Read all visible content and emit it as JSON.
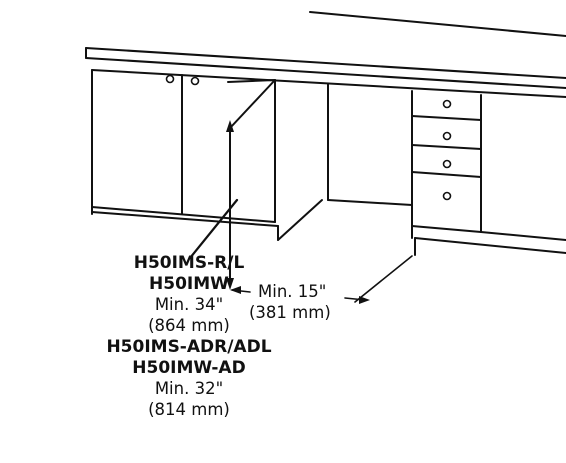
{
  "diagram": {
    "height_spec": {
      "model_a": "H50IMS-R/L",
      "model_b": "H50IMW",
      "min_a": "Min. 34\"",
      "mm_a": "(864 mm)",
      "model_c": "H50IMS-ADR/ADL",
      "model_d": "H50IMW-AD",
      "min_b": "Min. 32\"",
      "mm_b": "(814 mm)"
    },
    "width_spec": {
      "min": "Min. 15\"",
      "mm": "(381 mm)"
    },
    "line_color": "#111111"
  }
}
